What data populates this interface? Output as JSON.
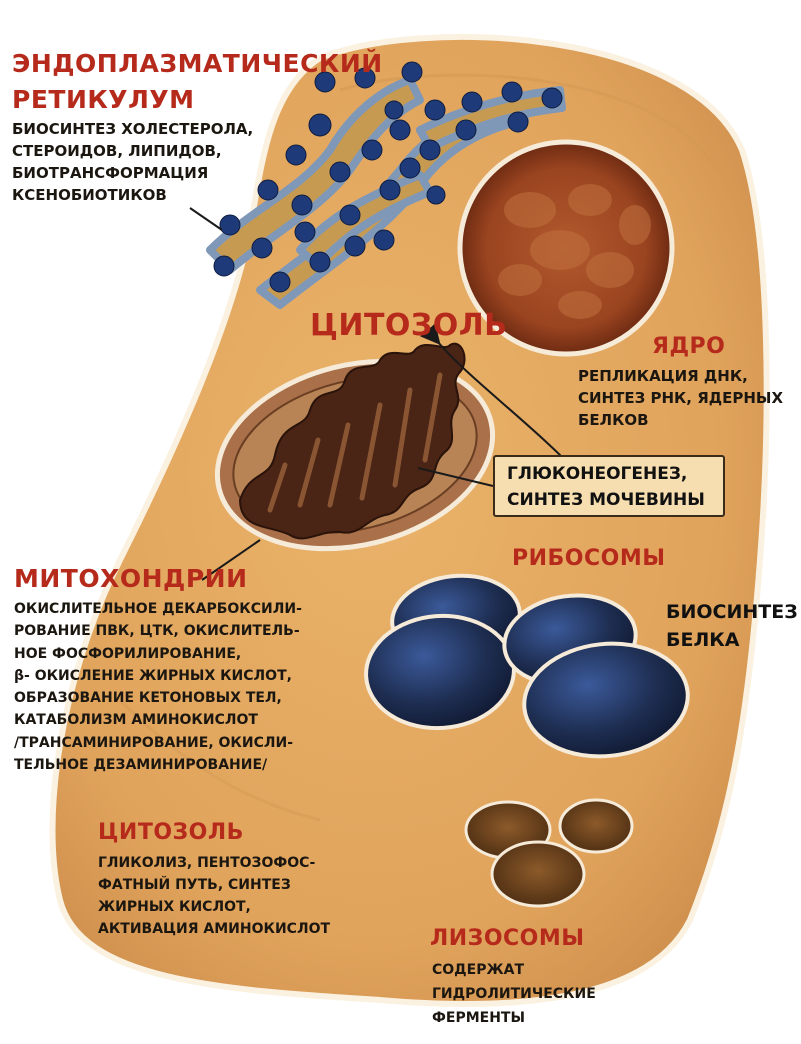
{
  "diagram": {
    "er": {
      "title": "ЭНДОПЛАЗМАТИЧЕСКИЙ\nРЕТИКУЛУМ",
      "description": "БИОСИНТЕЗ ХОЛЕСТЕРОЛА,\nСТЕРОИДОВ, ЛИПИДОВ,\nБИОТРАНСФОРМАЦИЯ\nКСЕНОБИОТИКОВ"
    },
    "cytosol_center": {
      "title": "ЦИТОЗОЛЬ"
    },
    "nucleus": {
      "title": "ЯДРО",
      "description": "РЕПЛИКАЦИЯ ДНК,\nСИНТЕЗ РНК, ЯДЕРНЫХ\nБЕЛКОВ"
    },
    "shared_process": {
      "text": "ГЛЮКОНЕОГЕНЕЗ,\nСИНТЕЗ МОЧЕВИНЫ"
    },
    "ribosomes": {
      "title": "РИБОСОМЫ",
      "description": "БИОСИНТЕЗ\nБЕЛКА"
    },
    "mitochondria": {
      "title": "МИТОХОНДРИИ",
      "description": "ОКИСЛИТЕЛЬНОЕ ДЕКАРБОКСИЛИ-\nРОВАНИЕ ПВК, ЦТК, ОКИСЛИТЕЛЬ-\nНОЕ ФОСФОРИЛИРОВАНИЕ,\nβ- ОКИСЛЕНИЕ ЖИРНЫХ КИСЛОТ,\nОБРАЗОВАНИЕ КЕТОНОВЫХ ТЕЛ,\nКАТАБОЛИЗМ АМИНОКИСЛОТ\n/ТРАНСАМИНИРОВАНИЕ, ОКИСЛИ-\nТЕЛЬНОЕ ДЕЗАМИНИРОВАНИЕ/"
    },
    "cytosol_bottom": {
      "title": "ЦИТОЗОЛЬ",
      "description": "ГЛИКОЛИЗ, ПЕНТОЗОФОС-\nФАТНЫЙ ПУТЬ, СИНТЕЗ\nЖИРНЫХ КИСЛОТ,\nАКТИВАЦИЯ АМИНОКИСЛОТ"
    },
    "lysosomes": {
      "title": "ЛИЗОСОМЫ",
      "description": "СОДЕРЖАТ\nГИДРОЛИТИЧЕСКИЕ\nФЕРМЕНТЫ"
    },
    "colors": {
      "cell_fill": "#e3aa63",
      "cell_border": "#fbeedd",
      "title_red": "#b62a1c",
      "er_fill": "#c79a52",
      "er_ribosome": "#1f3a78",
      "nucleus_fill": "#9a4420",
      "mitochondrion_fill": "#a9704a",
      "ribosome_fill": "#1e2e52",
      "lysosome_fill": "#6b4520"
    },
    "icons": [
      "cell-membrane-icon",
      "endoplasmic-reticulum-icon",
      "nucleus-icon",
      "mitochondrion-icon",
      "ribosome-icon",
      "lysosome-icon",
      "pointer-arrow-icon"
    ]
  }
}
